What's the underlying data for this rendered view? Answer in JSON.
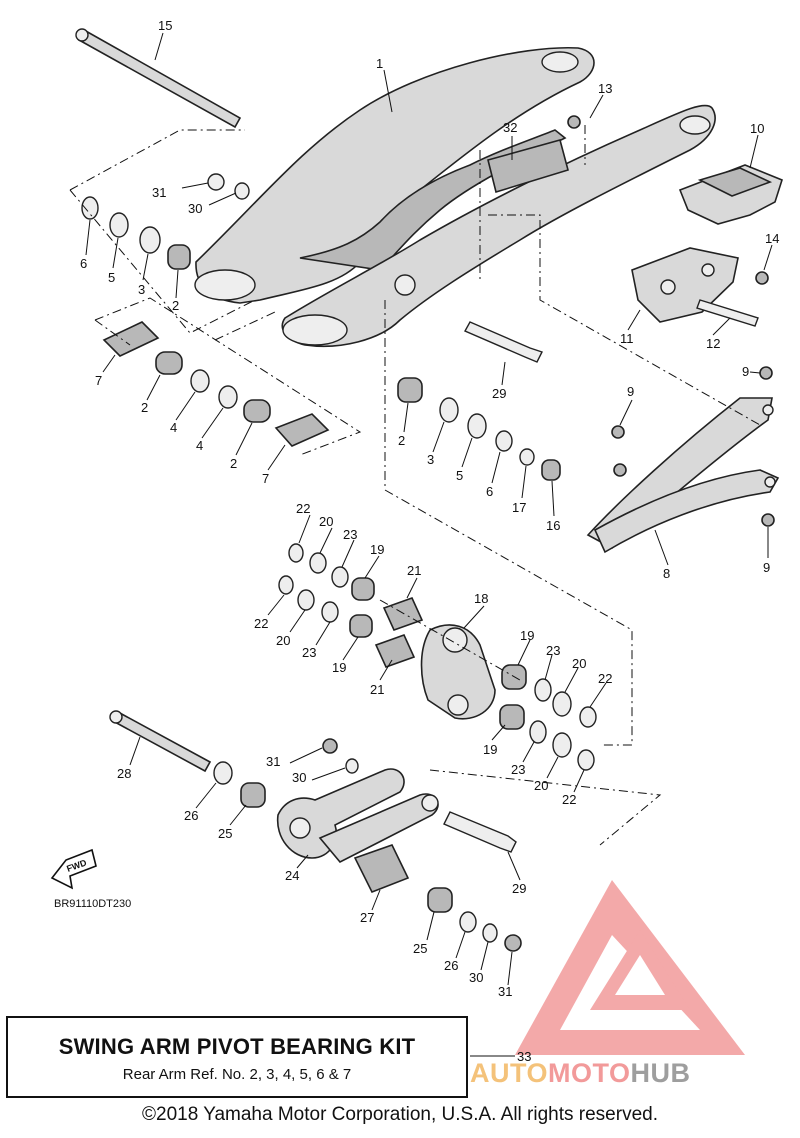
{
  "diagram": {
    "part_labels": [
      "1",
      "2",
      "3",
      "4",
      "5",
      "6",
      "7",
      "8",
      "9",
      "10",
      "11",
      "12",
      "13",
      "14",
      "15",
      "16",
      "17",
      "18",
      "19",
      "20",
      "21",
      "22",
      "23",
      "24",
      "25",
      "26",
      "27",
      "28",
      "29",
      "30",
      "31",
      "32",
      "33"
    ],
    "drawing_code": "BR91110DT230",
    "fwd_label": "FWD"
  },
  "kit_box": {
    "title": "SWING ARM PIVOT BEARING KIT",
    "subtitle": "Rear Arm Ref. No. 2, 3, 4, 5, 6 & 7"
  },
  "copyright": "©2018 Yamaha Motor Corporation, U.S.A. All rights reserved.",
  "watermark": {
    "auto": "AUTO",
    "moto": "MOTO",
    "hub": "HUB",
    "colors": {
      "auto": "#f4c27a",
      "moto": "#f29a9a",
      "hub": "#9e9e9e",
      "logo": "#ef8d8d"
    }
  }
}
